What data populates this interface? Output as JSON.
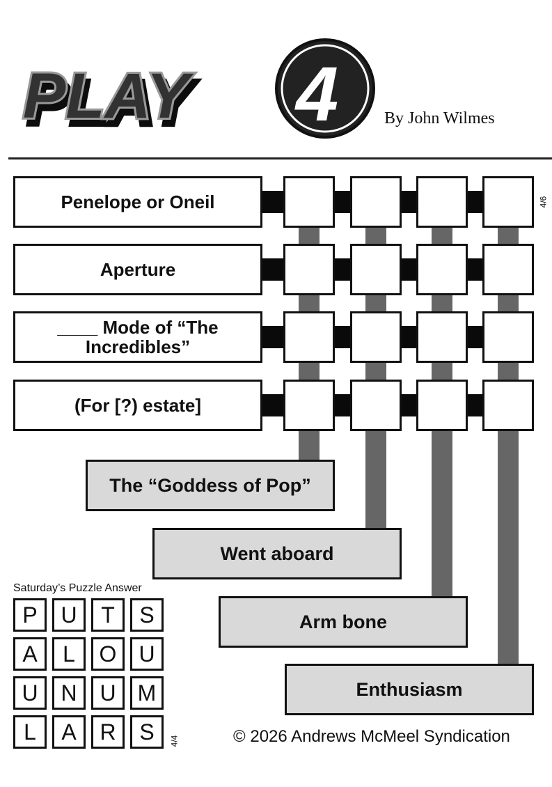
{
  "header": {
    "logo_text": "PLAY",
    "logo_number": "4",
    "byline": "By John Wilmes"
  },
  "clues": [
    "Penelope or Oneil",
    "Aperture",
    "____ Mode of “The Incredibles”",
    "(For [?) estate]"
  ],
  "down_clues": [
    "The “Goddess of Pop”",
    "Went aboard",
    "Arm bone",
    "Enthusiasm"
  ],
  "puzzle_id": "4/6",
  "previous": {
    "title": "Saturday’s Puzzle Answer",
    "grid": [
      [
        "P",
        "U",
        "T",
        "S"
      ],
      [
        "A",
        "L",
        "O",
        "U"
      ],
      [
        "U",
        "N",
        "U",
        "M"
      ],
      [
        "L",
        "A",
        "R",
        "S"
      ]
    ],
    "id": "4/4"
  },
  "copyright": "© 2026 Andrews McMeel Syndication"
}
